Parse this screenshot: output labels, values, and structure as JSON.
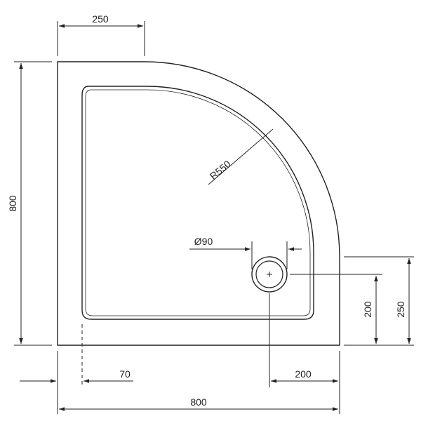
{
  "dimensions": {
    "top_width": "250",
    "left_height": "800",
    "radius": "R550",
    "drain_diameter": "Ø90",
    "drain_offset_y": "200",
    "outer_offset_y": "250",
    "inset": "70",
    "drain_offset_x": "200",
    "total_width": "800"
  },
  "colors": {
    "line": "#222222",
    "background": "#ffffff"
  }
}
